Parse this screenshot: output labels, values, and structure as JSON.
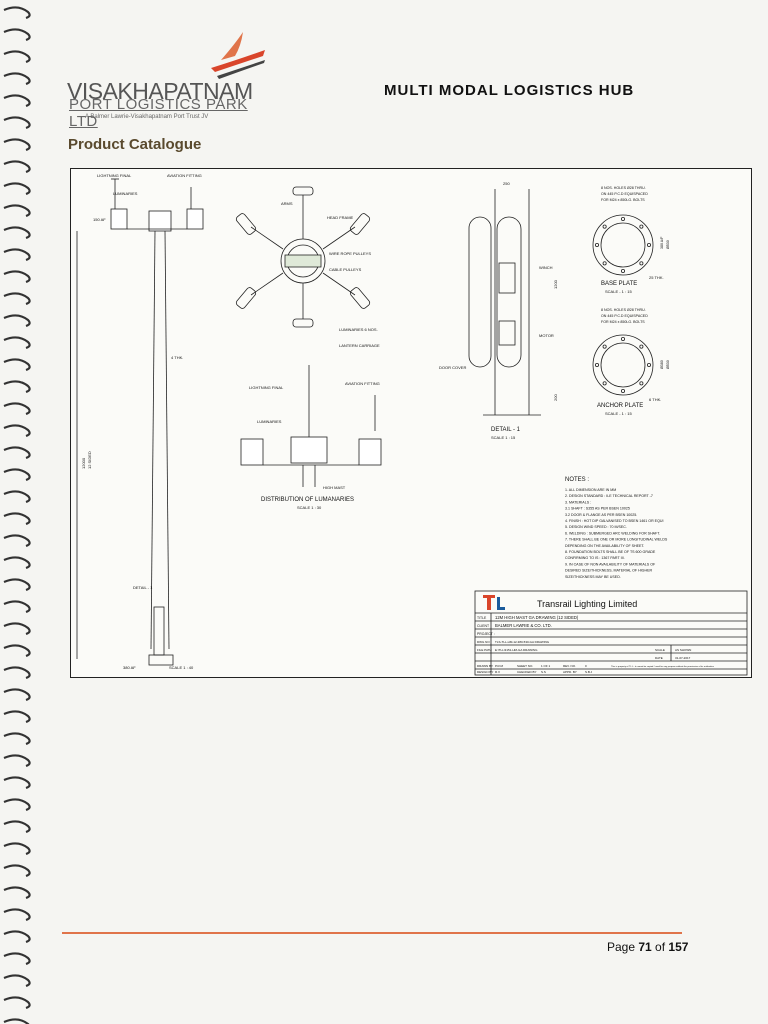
{
  "header": {
    "logo_line1": "VISAKHAPATNAM",
    "logo_line2": "PORT LOGISTICS PARK LTD",
    "logo_line3": "A Balmer Lawrie-Visakhapatnam Port Trust JV",
    "hub_title": "MULTI  MODAL LOGISTICS HUB",
    "section_title": "Product Catalogue"
  },
  "drawing": {
    "left_labels": {
      "lightning_final": "LIGHTNING FINAL",
      "aviation_fitting": "AVIATION FITTING",
      "luminaries": "LUMINARIES",
      "dim_150af": "150 AF",
      "thk": "4 THK.",
      "height": "12000",
      "sided": "12 SIDED",
      "detail": "DETAIL - 1",
      "base_af": "380 AF",
      "scale": "SCALE 1 : 40"
    },
    "plan_labels": {
      "arms": "ARMS",
      "head_frame": "HEAD FRAME",
      "wire_rope": "WIRE ROPE PULLEYS",
      "cable_pulleys": "CABLE PULLEYS",
      "luminaries6": "LUMINARIES 6 NOS.",
      "lantern": "LANTERN CARRIAGE"
    },
    "dist_labels": {
      "lightning_final": "LIGHTNING FINAL",
      "aviation_fitting": "AVIATION FITTING",
      "luminaries": "LUMINARIES",
      "high_mast": "HIGH MAST",
      "title": "DISTRIBUTION OF LUMANARIES",
      "scale": "SCALE 1 : 30"
    },
    "detail_labels": {
      "dim_250": "250",
      "winch": "WINCH",
      "motor": "MOTOR",
      "door_cover": "DOOR COVER",
      "dim_1200": "1200",
      "dim_200": "200",
      "title": "DETAIL - 1",
      "scale": "SCALE 1 : 15"
    },
    "base_plate": {
      "note1": "8 NOS. HOLES Ø28 THRU.",
      "note2": "ON 445 P.C.D EQUISPACED",
      "note3": "FOR M24 x 850LG. BOLTS",
      "dim": "380 A/F",
      "dia": "Ø530",
      "thk": "25 THK.",
      "title": "BASE PLATE",
      "scale": "SCALE - 1 : 15"
    },
    "anchor_plate": {
      "note1": "8 NOS. HOLES Ø28 THRU.",
      "note2": "ON 445 P.C.D EQUISPACED",
      "note3": "FOR M24 x 850LG. BOLTS",
      "dim1": "Ø380",
      "dim2": "Ø530",
      "thk": "6 THK.",
      "title": "ANCHOR PLATE",
      "scale": "SCALE - 1 : 15"
    },
    "notes": {
      "heading": "NOTES :",
      "items": [
        "1.  ALL DIMENSION ARE IN MM",
        "2.  DESIGN STANDARD : ILE TECHNICAL REPORT -7",
        "3.  MATERIALS :",
        "     3.1   SHAFT : S355 AS PER BSEN 10025",
        "     3.2   DOOR & FLANGE AS PER BSEN 10025.",
        "4.  FINISH : HOT DIP GALVANISED TO BSEN 1461 OR EQUI",
        "5.  DESIGN WIND SPEED : 70 M/SEC.",
        "6.  WELDING : SUBMERGED ARC WELDING FOR SHAFT.",
        "7.  THERE SHALL BE ONE OR MORE LONGITUDINAL WELDS",
        "     DEPENDING ON THE AVAILABILITY OF SHEET.",
        "8.  FOUNDATION BOLTS SHALL BE OF TS 600 GRADE",
        "     CONFIRMING TO IS : 1367 PART III.",
        "9.  IN CASE OF NON AVAILABILITY OF MATERIALS OF",
        "     DESIRED SIZE/THICKNESS, MATERIAL OF HIGHER",
        "     SIZE/THICKNESS MAY BE USED."
      ]
    },
    "title_block": {
      "company": "Transrail Lighting Limited",
      "title_label": "TITLE",
      "title_value": "12M HIGH MAST GA DRAWING (12 SIDED)",
      "client_label": "CLIENT",
      "client_value": "BALMER LAWRIE & CO. LTD.",
      "project_label": "PROJECT :",
      "dwg_label": "DWG NO",
      "dwg_value": "TLS-TLL-HM-12-380-530-GA DRAWING",
      "file_label": "FILE PATH",
      "file_value": "E:\\TLL\\3151-HM-GA DRAWING",
      "scale_label": "SCALE",
      "scale_value": "AS SHOWN",
      "date_label": "DATE",
      "date_value": "31-07-2017",
      "drawn_label": "DRAWN BY",
      "drawn_value": "P.R.M",
      "sheet_label": "SHEET NO.",
      "sheet_value": "1 OF 1",
      "rev_label": "REV. NO.",
      "rev_value": "0",
      "design_label": "DESIGN BY",
      "design_value": "R.V",
      "checked_label": "CHECKED BY",
      "checked_value": "S.S",
      "appd_label": "APPD. BY",
      "appd_value": "S.B.J",
      "property_note": "This is property of T.L.L. it cannot be copied / used for any purpose without the permission of its authorities"
    }
  },
  "footer": {
    "page_prefix": "Page ",
    "page_number": "71",
    "page_of": " of ",
    "page_total": "157"
  },
  "colors": {
    "accent_orange": "#e0744a",
    "logo_red": "#d9452b"
  }
}
